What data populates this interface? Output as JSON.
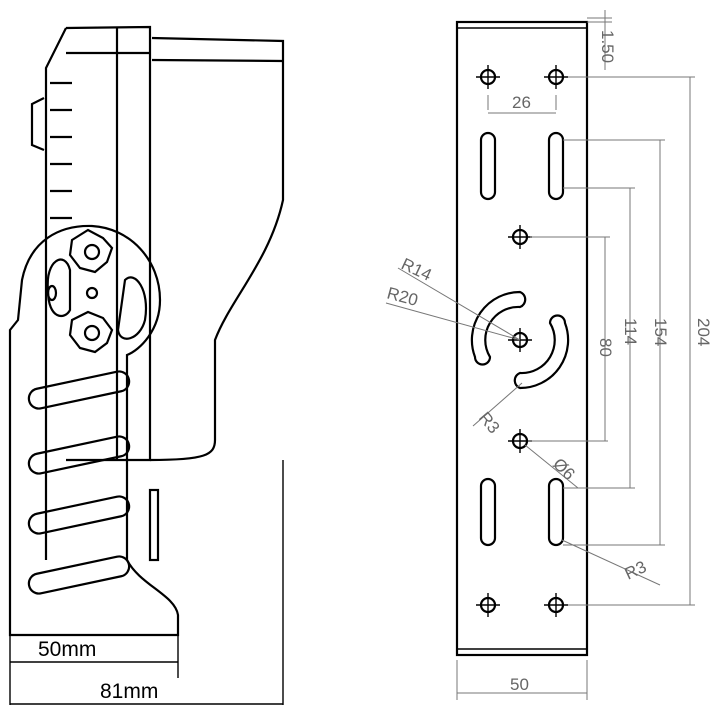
{
  "side_view": {
    "width_inner": "50mm",
    "width_total": "81mm"
  },
  "front_view": {
    "dims": {
      "top_offset": "1.50",
      "slot_spacing": "26",
      "arc_inner_radius": "R14",
      "arc_outer_radius": "R20",
      "arc_end_radius": "R3",
      "slot_end_radius": "R3",
      "hole_diameter": "Ø6",
      "center_holes": "80",
      "slot_inner": "114",
      "slot_outer": "154",
      "mount_holes": "204",
      "plate_width": "50"
    }
  }
}
